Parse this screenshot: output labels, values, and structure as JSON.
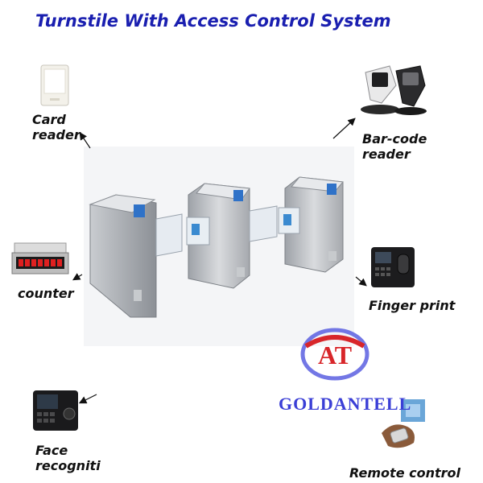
{
  "title": "Turnstile With Access Control System",
  "labels": {
    "card_reader": [
      "Card",
      "reader"
    ],
    "barcode_reader": [
      "Bar-code",
      "reader"
    ],
    "counter": "counter",
    "finger_print": "Finger print",
    "face_recognition": [
      "Face",
      "recogniti"
    ],
    "remote_control": "Remote control"
  },
  "logo": {
    "monogram": "AT",
    "brand": "GOLDANTELL"
  },
  "colors": {
    "title": "#1a1fb0",
    "logo_blue": "#3b3fd6",
    "logo_red": "#d8262a",
    "steel": "#b9bcc2",
    "device_dark": "#1c1c1e",
    "counter_red": "#e02020"
  }
}
